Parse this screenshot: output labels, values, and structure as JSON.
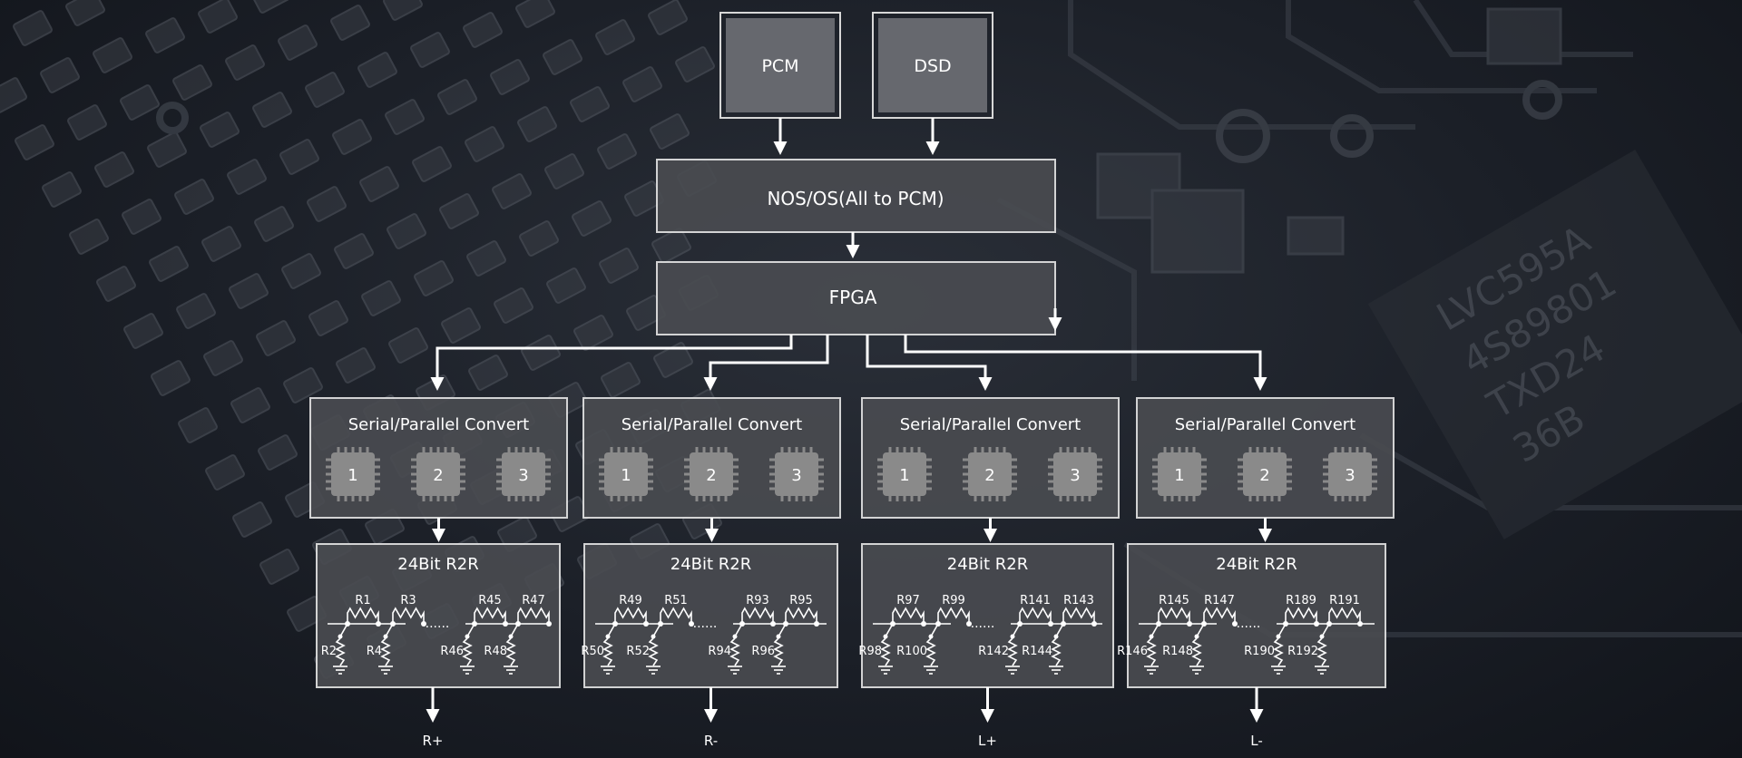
{
  "inputs": [
    {
      "label": "PCM"
    },
    {
      "label": "DSD"
    }
  ],
  "nos_label": "NOS/OS(All to PCM)",
  "fpga_label": "FPGA",
  "converters": [
    {
      "title": "Serial/Parallel Convert",
      "chips": [
        "1",
        "2",
        "3"
      ]
    },
    {
      "title": "Serial/Parallel Convert",
      "chips": [
        "1",
        "2",
        "3"
      ]
    },
    {
      "title": "Serial/Parallel Convert",
      "chips": [
        "1",
        "2",
        "3"
      ]
    },
    {
      "title": "Serial/Parallel Convert",
      "chips": [
        "1",
        "2",
        "3"
      ]
    }
  ],
  "r2r": [
    {
      "title": "24Bit R2R",
      "series": [
        "R1",
        "R3",
        "R45",
        "R47"
      ],
      "shunts": [
        "R2",
        "R4",
        "R46",
        "R48"
      ],
      "output": "R+"
    },
    {
      "title": "24Bit R2R",
      "series": [
        "R49",
        "R51",
        "R93",
        "R95"
      ],
      "shunts": [
        "R50",
        "R52",
        "R94",
        "R96"
      ],
      "output": "R-"
    },
    {
      "title": "24Bit R2R",
      "series": [
        "R97",
        "R99",
        "R141",
        "R143"
      ],
      "shunts": [
        "R98",
        "R100",
        "R142",
        "R144"
      ],
      "output": "L+"
    },
    {
      "title": "24Bit R2R",
      "series": [
        "R145",
        "R147",
        "R189",
        "R191"
      ],
      "shunts": [
        "R146",
        "R148",
        "R190",
        "R192"
      ],
      "output": "L-"
    }
  ],
  "ellipsis": "......",
  "background_chip_marking": [
    "LVC595A",
    "4S89801",
    "TXD24",
    "36B"
  ],
  "colors": {
    "background": "#1b1f27",
    "box_fill": "#4a4c51",
    "stroke": "#e6e6e6",
    "chip_fill": "#8a8a8a",
    "text": "#ffffff"
  }
}
